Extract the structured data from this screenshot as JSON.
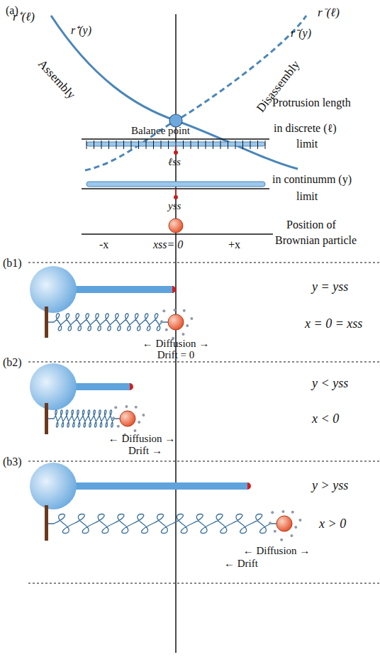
{
  "diagram": {
    "labels": [
      "(a)",
      "r⁺(ℓ)",
      "r⁺(y)",
      "r⁻(ℓ)",
      "r⁻(y)",
      "Assembly",
      "Disassembly",
      "Balance point",
      "Protrusion length",
      "in discrete (ℓ)",
      "limit",
      "ℓss",
      "in continumm (y)",
      "limit",
      "yss",
      "Position of",
      "Brownian particle",
      "-x",
      "xss= 0",
      "+x",
      "(b1)",
      "y = yss",
      "x = 0 = xss",
      "← Diffusion →",
      "Drift = 0",
      "(b2)",
      "y < yss",
      "x < 0",
      "← Diffusion →",
      "Drift →",
      "(b3)",
      "y > yss",
      "x > 0",
      "← Diffusion →",
      "← Drift"
    ]
  }
}
